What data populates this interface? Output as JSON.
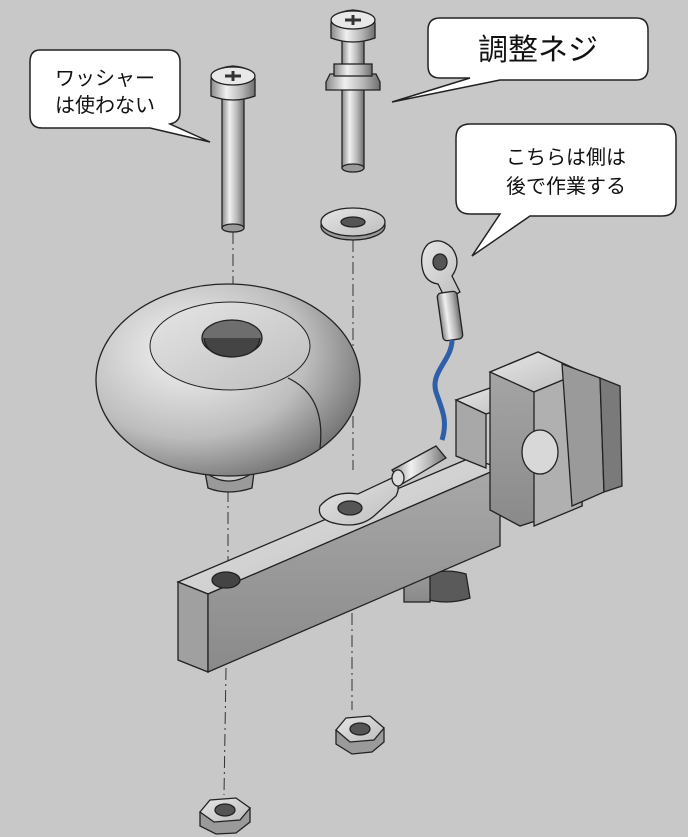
{
  "callouts": {
    "washer_note": [
      "ワッシャー",
      "は使わない"
    ],
    "adjust_screw": [
      "調整ネジ"
    ],
    "this_side_note": [
      "こちらは側は",
      "後で作業する"
    ]
  },
  "colors": {
    "background": "#c8c8c8",
    "wire": "#2f5fa8",
    "callout_fill": "#ffffff",
    "outline": "#222222"
  },
  "parts": [
    "screw-without-washer",
    "adjust-screw-with-nut",
    "washer",
    "ring-terminal-with-wire",
    "knob",
    "lever-arm",
    "hex-nut-left",
    "hex-nut-right"
  ]
}
